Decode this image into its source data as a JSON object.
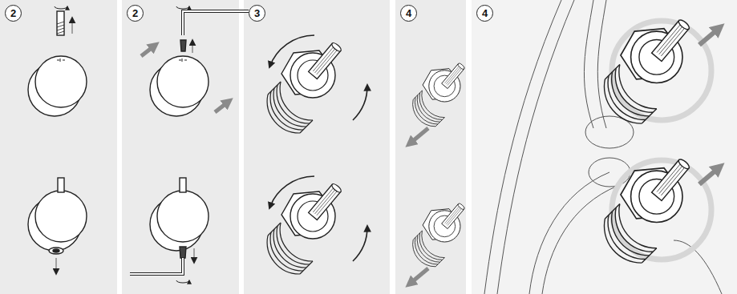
{
  "diagram": {
    "nodes": [
      {
        "text": [
          "2"
        ]
      },
      {
        "text": [
          "2"
        ]
      },
      {
        "text": [
          "3"
        ]
      },
      {
        "text": [
          "4"
        ]
      },
      {
        "text": [
          "4"
        ]
      }
    ]
  }
}
